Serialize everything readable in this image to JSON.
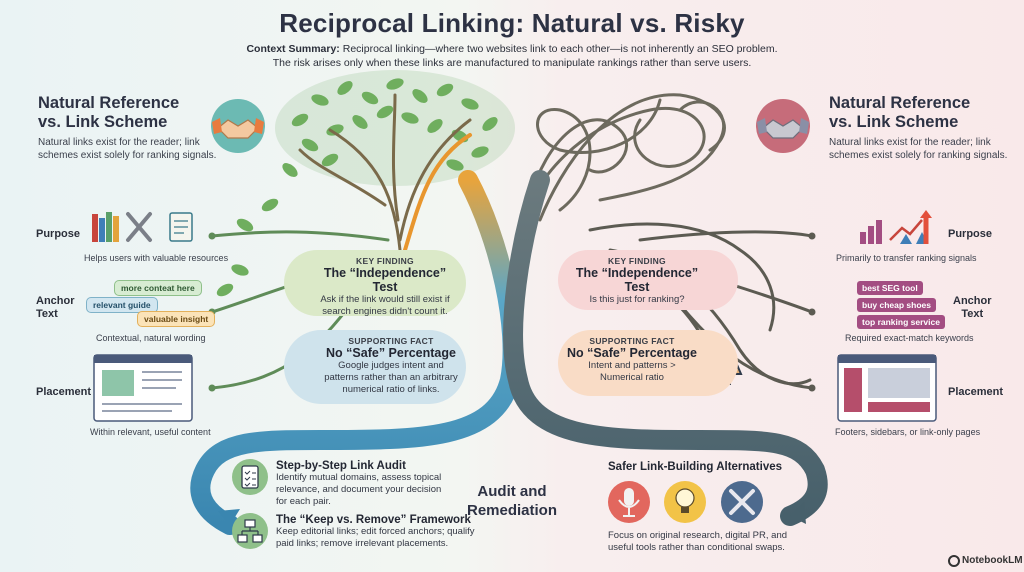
{
  "title": "Reciprocal Linking: Natural vs. Risky",
  "summary": {
    "label": "Context Summary:",
    "text_line1": " Reciprocal linking—where two websites link to each other—is not inherently an SEO problem.",
    "text_line2": "The risk arises only when these links are manufactured to manipulate rankings rather than serve users."
  },
  "left": {
    "title_line1": "Natural Reference",
    "title_line2": "vs. Link Scheme",
    "desc_line1": "Natural links exist for the reader; link",
    "desc_line2": "schemes exist solely for ranking signals.",
    "rows": [
      {
        "label": "Purpose",
        "caption": "Helps users with valuable resources"
      },
      {
        "label_line1": "Anchor",
        "label_line2": "Text",
        "caption": "Contextual, natural wording"
      },
      {
        "label": "Placement",
        "caption": "Within relevant, useful content"
      }
    ],
    "anchor_pills": [
      "more conteat here",
      "relevant guide",
      "valuable insight"
    ],
    "key_finding": {
      "kicker": "KEY FINDING",
      "title": "The “Independence” Test",
      "body_line1": "Ask if the link would still exist if",
      "body_line2": "search engines didn't count it."
    },
    "supporting_fact": {
      "kicker": "SUPPORTING FACT",
      "title": "No “Safe” Percentage",
      "body_line1": "Google judges intent and",
      "body_line2": "patterns rather than an arbitrary",
      "body_line3": "numerical ratio of links."
    },
    "steps": [
      {
        "title": "Step-by-Step Link Audit",
        "body_line1": "Identify mutual domains, assess topical",
        "body_line2": "relevance, and document your decision",
        "body_line3": "for each pair."
      },
      {
        "title": "The “Keep vs. Remove” Framework",
        "body_line1": "Keep editorial links; edit forced anchors; qualify",
        "body_line2": "paid links; remove irrelevant placements."
      }
    ]
  },
  "right": {
    "title_line1": "Natural Reference",
    "title_line2": "vs. Link Scheme",
    "desc_line1": "Natural links exist for the reader; link",
    "desc_line2": "schemes exist solely for ranking signals.",
    "rows": [
      {
        "label": "Purpose",
        "caption": "Primarily to transfer ranking signals"
      },
      {
        "label_line1": "Anchor",
        "label_line2": "Text",
        "caption": "Required exact-match keywords"
      },
      {
        "label": "Placement",
        "caption": "Footers, sidebars, or link-only pages"
      }
    ],
    "anchor_chips": [
      "best SEG tool",
      "buy cheap shoes",
      "top ranking service"
    ],
    "key_finding": {
      "kicker": "KEY FINDING",
      "title": "The “Independence” Test",
      "body": "Is this just for ranking?"
    },
    "supporting_fact": {
      "kicker": "SUPPORTING FACT",
      "title": "No “Safe” Percentage",
      "body_line1": "Intent and patterns >",
      "body_line2": "Numerical ratio"
    },
    "alternatives": {
      "title": "Safer Link-Building Alternatives",
      "body_line1": "Focus on original research, digital PR, and",
      "body_line2": "useful tools rather than conditional swaps."
    }
  },
  "center": {
    "label_line1": "Audit and",
    "label_line2": "Remediation"
  },
  "brand": "NotebookLM",
  "colors": {
    "natural_trunk": "#4f8fb0",
    "risky_trunk": "#5a6b72",
    "key_left": "#dbe9c8",
    "fact_left": "#cfe3ec",
    "key_right": "#f7d6d6",
    "fact_right": "#f9dcc6",
    "chip": "#a34d82"
  }
}
